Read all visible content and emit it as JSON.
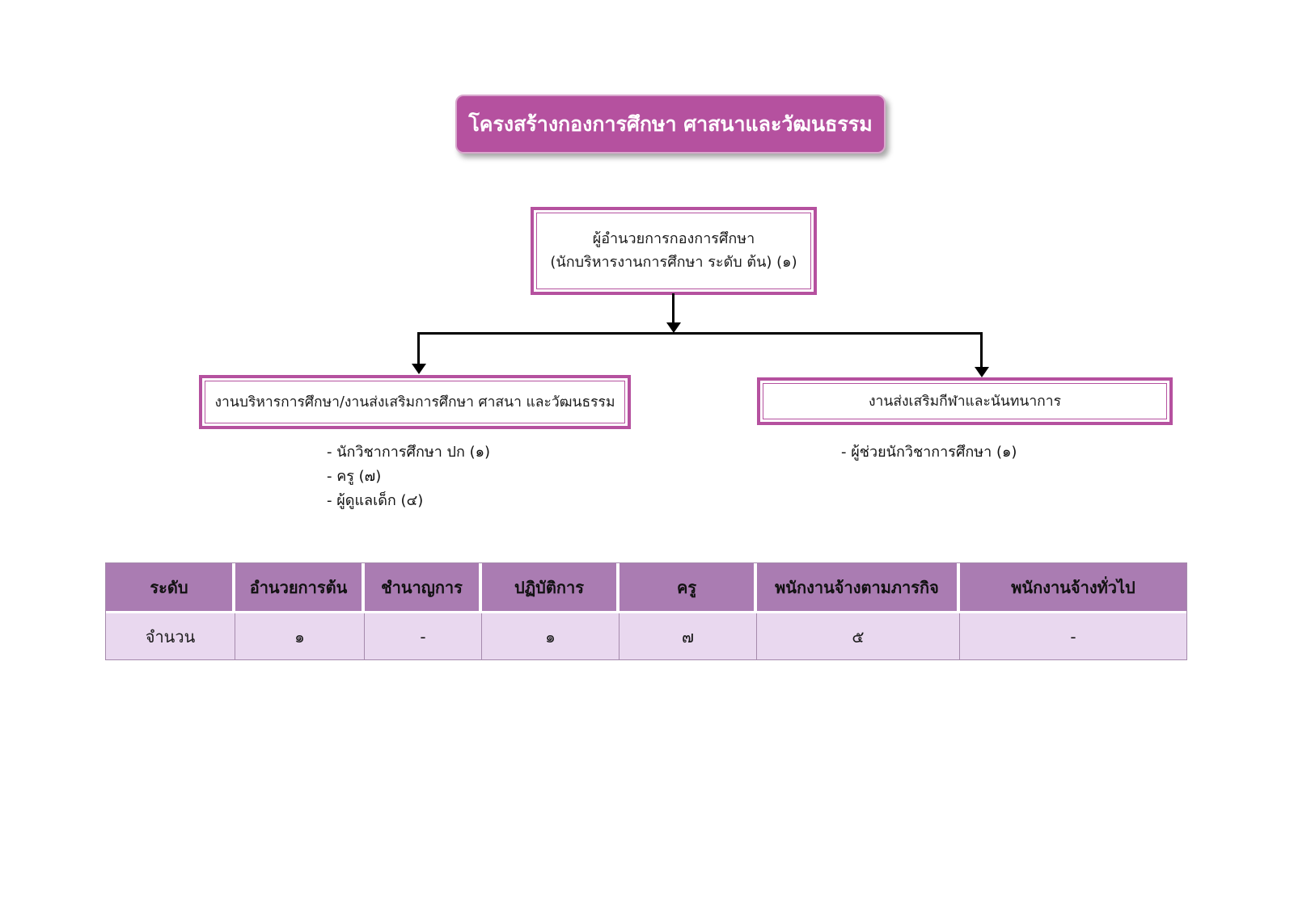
{
  "title": "โครงสร้างกองการศึกษา ศาสนาและวัฒนธรรม",
  "org": {
    "director": {
      "line1": "ผู้อำนวยการกองการศึกษา",
      "line2": "(นักบริหารงานการศึกษา ระดับ ต้น) (๑)"
    },
    "left_unit": {
      "label": "งานบริหารการศึกษา/งานส่งเสริมการศึกษา ศาสนา และวัฒนธรรม",
      "staff": [
        "- นักวิชาการศึกษา ปก (๑)",
        "- ครู  (๗)",
        "- ผู้ดูแลเด็ก (๔)"
      ]
    },
    "right_unit": {
      "label": "งานส่งเสริมกีฬาและนันทนาการ",
      "staff": [
        "- ผู้ช่วยนักวิชาการศึกษา (๑)"
      ]
    }
  },
  "table": {
    "headers": [
      "ระดับ",
      "อำนวยการต้น",
      "ชำนาญการ",
      "ปฏิบัติการ",
      "ครู",
      "พนักงานจ้างตามภารกิจ",
      "พนักงานจ้างทั่วไป"
    ],
    "row_label": "จำนวน",
    "values": [
      "๑",
      "-",
      "๑",
      "๗",
      "๕",
      "-"
    ]
  },
  "colors": {
    "accent": "#b5519f",
    "table_header_bg": "#aa7cb2",
    "table_body_bg": "#e9d8ef"
  }
}
